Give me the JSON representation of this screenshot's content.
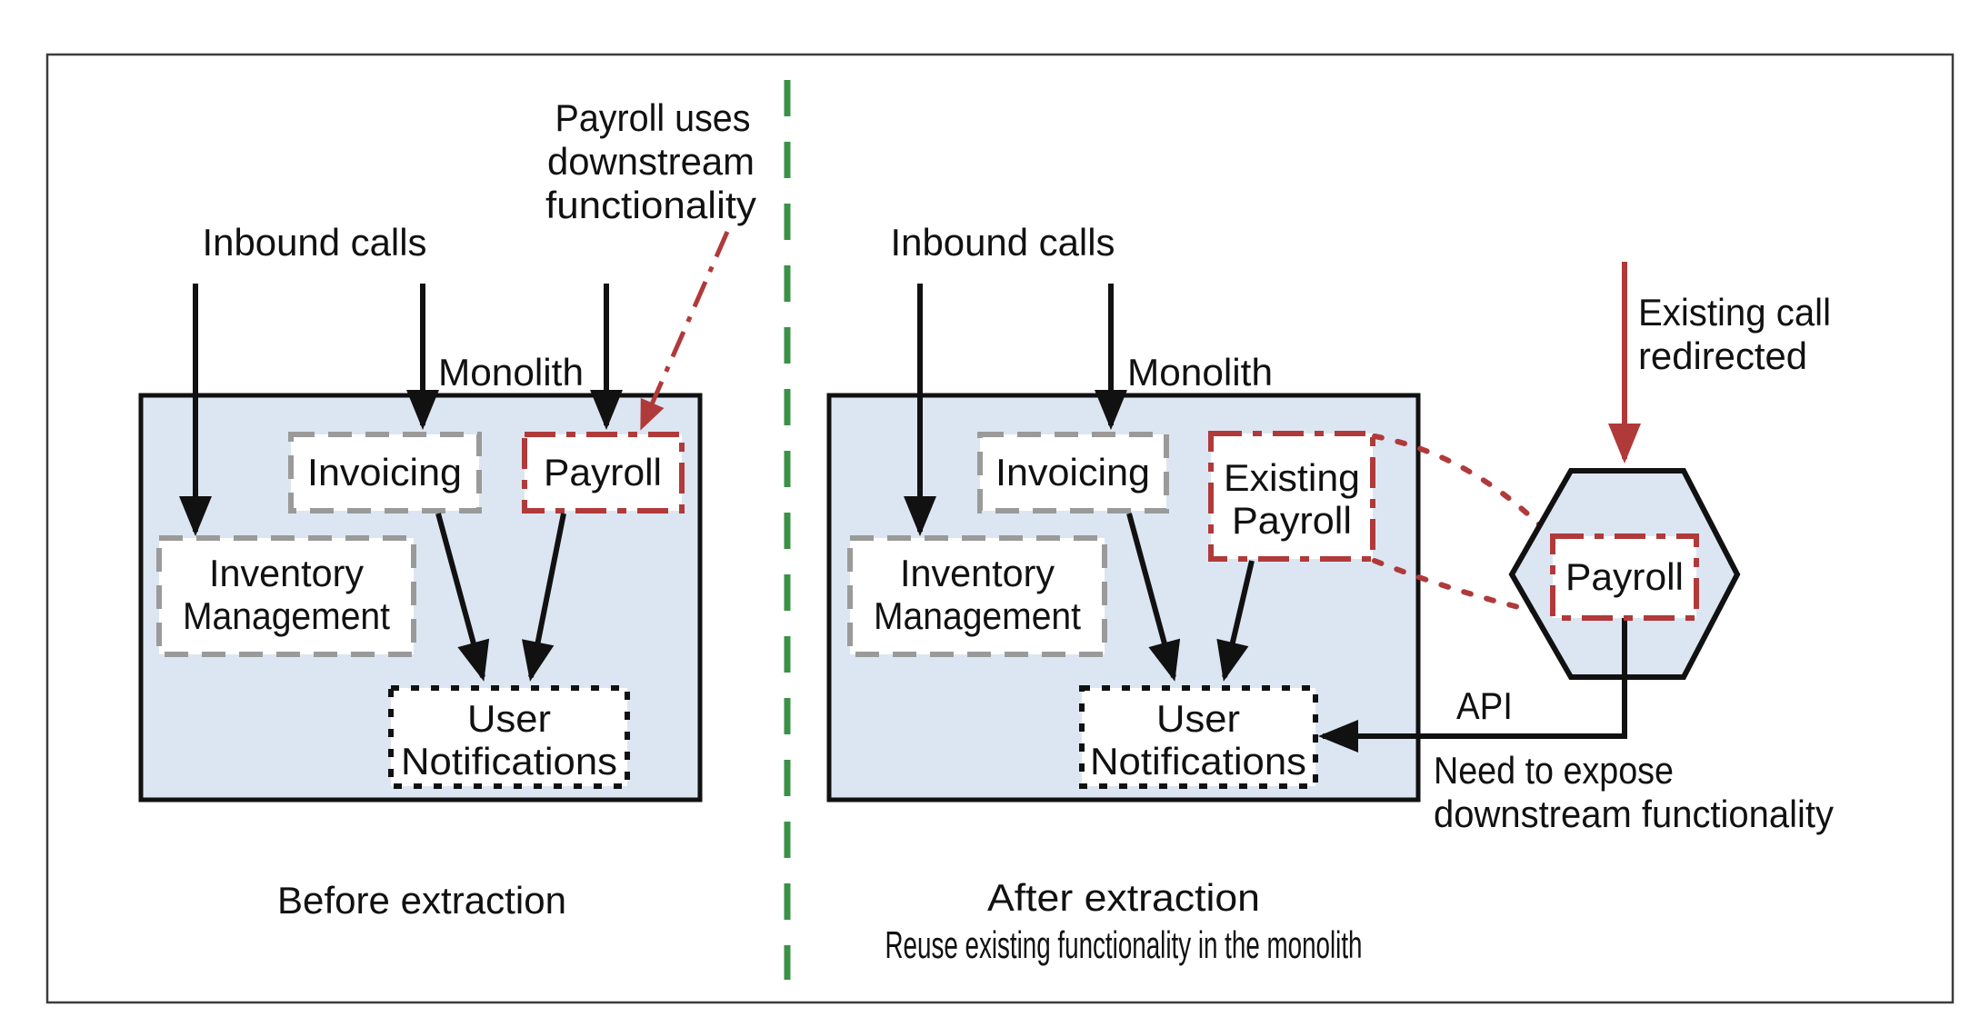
{
  "colors": {
    "accent_red": "#b03a3a",
    "divider_green": "#3a9246",
    "monolith_fill": "#dce6f2",
    "dashed_gray": "#9a9a9a",
    "ink_black": "#111111"
  },
  "left_panel": {
    "inbound_label": "Inbound calls",
    "monolith_label": "Monolith",
    "note_lines": [
      "Payroll uses",
      "downstream",
      "functionality"
    ],
    "invoicing": "Invoicing",
    "payroll": "Payroll",
    "inventory_lines": [
      "Inventory",
      "Management"
    ],
    "notifications_lines": [
      "User",
      "Notifications"
    ],
    "caption": "Before extraction"
  },
  "right_panel": {
    "inbound_label": "Inbound calls",
    "monolith_label": "Monolith",
    "invoicing": "Invoicing",
    "existing_payroll_lines": [
      "Existing",
      "Payroll"
    ],
    "inventory_lines": [
      "Inventory",
      "Management"
    ],
    "notifications_lines": [
      "User",
      "Notifications"
    ],
    "redirect_lines": [
      "Existing call",
      "redirected"
    ],
    "hexagon_payroll": "Payroll",
    "api_label": "API",
    "expose_lines": [
      "Need to expose",
      "downstream functionality"
    ],
    "caption_lines": [
      "After extraction",
      "Reuse existing functionality in the monolith"
    ]
  }
}
